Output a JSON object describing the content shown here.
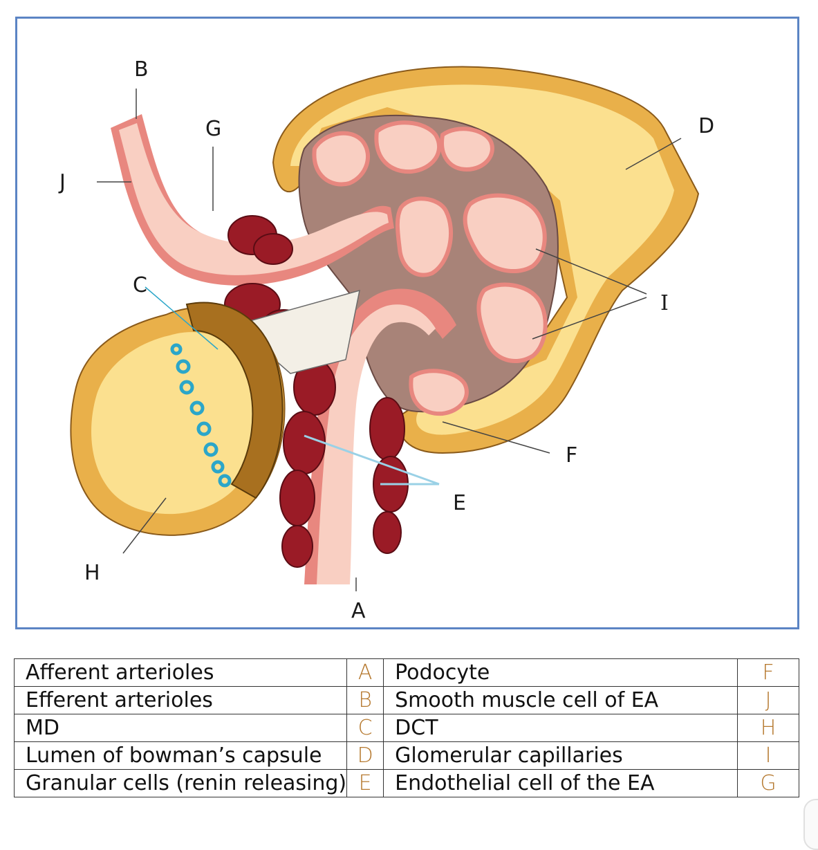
{
  "diagram": {
    "labels": {
      "A": "A",
      "B": "B",
      "C": "C",
      "D": "D",
      "E": "E",
      "F": "F",
      "G": "G",
      "H": "H",
      "I": "I",
      "J": "J"
    },
    "colors": {
      "frame_border": "#5b84c4",
      "capsule_lumen": "#fbe08f",
      "capsule_cells": "#e9b04a",
      "vessel_lumen": "#f9cfc2",
      "vessel_wall": "#e8877f",
      "granular_cells": "#9a1b26",
      "macula_densa": "#a8701f",
      "mesangial": "#a88378",
      "dct_blue": "#2ba6c9"
    }
  },
  "legend": {
    "rows": [
      {
        "term1": "Afferent arterioles",
        "ans1": "A",
        "term2": "Podocyte",
        "ans2": "F"
      },
      {
        "term1": "Efferent arterioles",
        "ans1": "B",
        "term2": "Smooth muscle cell of EA",
        "ans2": "J"
      },
      {
        "term1": "MD",
        "ans1": "C",
        "term2": "DCT",
        "ans2": "H"
      },
      {
        "term1": "Lumen of bowman’s capsule",
        "ans1": "D",
        "term2": "Glomerular capillaries",
        "ans2": "I"
      },
      {
        "term1": "Granular cells (renin releasing)",
        "ans1": "E",
        "term2": "Endothelial cell of the EA",
        "ans2": "G"
      }
    ]
  }
}
